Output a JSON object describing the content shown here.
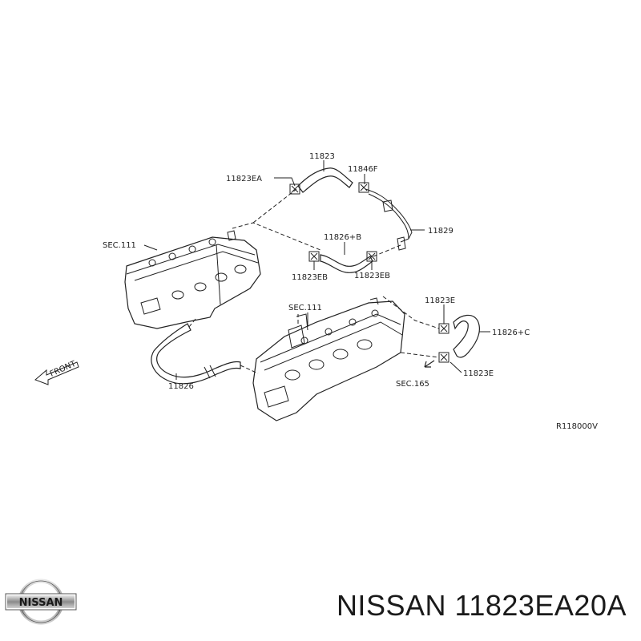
{
  "labels": {
    "p11823": "11823",
    "p11823EA": "11823EA",
    "p11846F": "11846F",
    "p11829": "11829",
    "sec111_left": "SEC.111",
    "p11826B": "11826+B",
    "p11823EB_left": "11823EB",
    "p11823EB_right": "11823EB",
    "sec111_center": "SEC.111",
    "p11823E_top": "11823E",
    "p11826C": "11826+C",
    "p11823E_bottom": "11823E",
    "sec165": "SEC.165",
    "p11826": "11826",
    "front": "FRONT",
    "ref_code": "R118000V"
  },
  "brand": {
    "logo_text": "NISSAN"
  },
  "caption": "NISSAN 11823EA20A"
}
